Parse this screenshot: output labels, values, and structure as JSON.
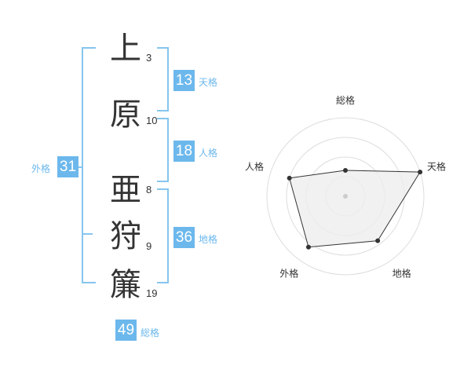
{
  "characters": [
    {
      "char": "上",
      "strokes": "3"
    },
    {
      "char": "原",
      "strokes": "10"
    },
    {
      "char": "亜",
      "strokes": "8"
    },
    {
      "char": "狩",
      "strokes": "9"
    },
    {
      "char": "簾",
      "strokes": "19"
    }
  ],
  "fortunes": {
    "tenkaku": {
      "value": "13",
      "label": "天格"
    },
    "jinkaku": {
      "value": "18",
      "label": "人格"
    },
    "chikaku": {
      "value": "36",
      "label": "地格"
    },
    "gaikaku": {
      "value": "31",
      "label": "外格"
    },
    "soukaku": {
      "value": "49",
      "label": "総格"
    }
  },
  "radar": {
    "axes": [
      "総格",
      "天格",
      "地格",
      "外格",
      "人格"
    ],
    "levels": 4,
    "values": [
      0.33,
      1.0,
      0.7,
      0.8,
      0.75
    ],
    "colors": {
      "grid": "#dddddd",
      "fill": "#eeeeee",
      "line": "#333333",
      "center": "#cccccc"
    }
  },
  "colors": {
    "accent": "#6cb8ec",
    "bracket": "#86c5ee",
    "text": "#333333"
  }
}
